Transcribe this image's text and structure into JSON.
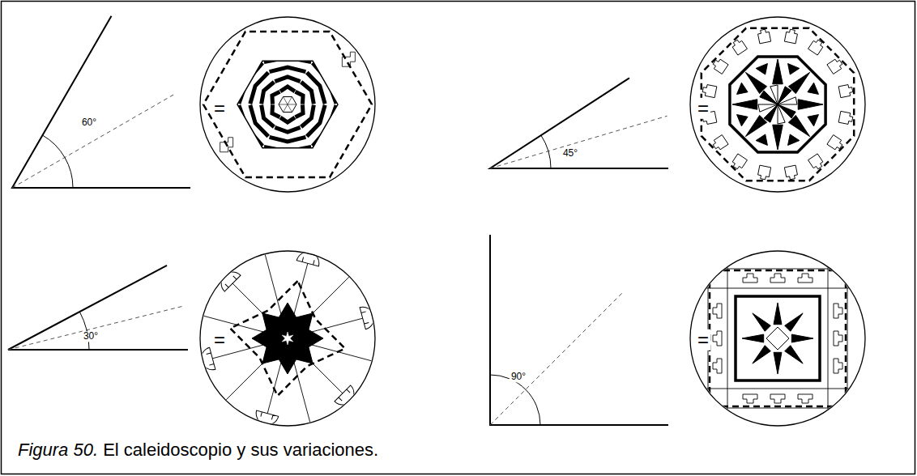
{
  "diagram": {
    "caption": "Figura 50. El caleidoscopio y sus variaciones.",
    "labels": [
      "60°",
      "=",
      "45°",
      "=",
      "30°",
      "=",
      "90°",
      "="
    ]
  }
}
